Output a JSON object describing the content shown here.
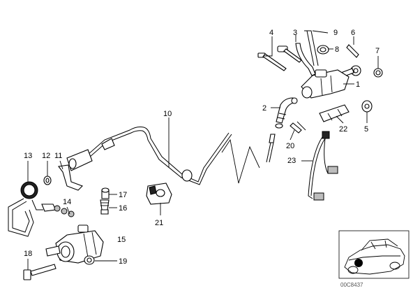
{
  "diagram": {
    "labels": [
      {
        "id": "3",
        "text": "3"
      },
      {
        "id": "9",
        "text": "9"
      },
      {
        "id": "4",
        "text": "4"
      },
      {
        "id": "6",
        "text": "6"
      },
      {
        "id": "8",
        "text": "8"
      },
      {
        "id": "7",
        "text": "7"
      },
      {
        "id": "1",
        "text": "1"
      },
      {
        "id": "2",
        "text": "2"
      },
      {
        "id": "10",
        "text": "10"
      },
      {
        "id": "5",
        "text": "5"
      },
      {
        "id": "22",
        "text": "22"
      },
      {
        "id": "20",
        "text": "20"
      },
      {
        "id": "23",
        "text": "23"
      },
      {
        "id": "13",
        "text": "13"
      },
      {
        "id": "12",
        "text": "12"
      },
      {
        "id": "11",
        "text": "11"
      },
      {
        "id": "17",
        "text": "17"
      },
      {
        "id": "14",
        "text": "14"
      },
      {
        "id": "16",
        "text": "16"
      },
      {
        "id": "21",
        "text": "21"
      },
      {
        "id": "15",
        "text": "15"
      },
      {
        "id": "18",
        "text": "18"
      },
      {
        "id": "19",
        "text": "19"
      }
    ],
    "image_code": "00C8437"
  }
}
